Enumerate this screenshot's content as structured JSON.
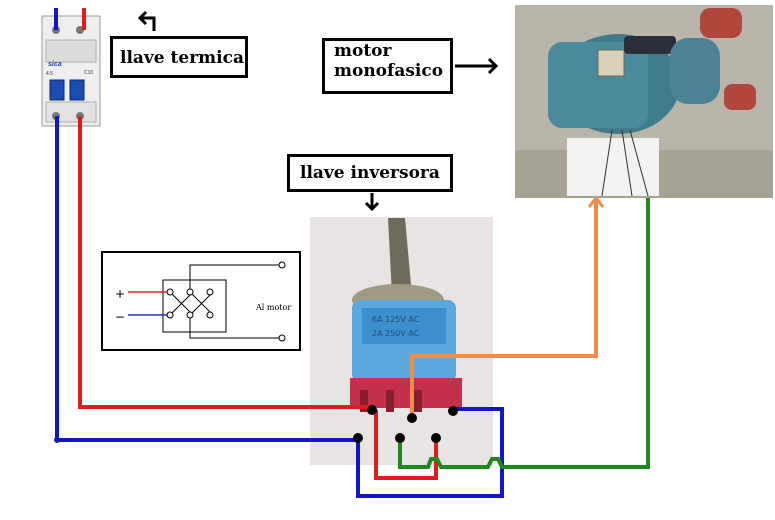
{
  "labels": {
    "termica": "llave termica",
    "motor_line1": "motor",
    "motor_line2": "monofasico",
    "inversora": "llave inversora"
  },
  "breaker": {
    "brand": "sica",
    "rating": "C10",
    "poles": "4.5"
  },
  "switch_schematic": {
    "plus": "+",
    "minus": "−",
    "output": "Al motor"
  },
  "toggle_switch": {
    "print_line1": "6A 125V AC",
    "print_line2": "2A 250V AC"
  },
  "colors": {
    "red_wire": "#e01b1b",
    "blue_wire": "#1414c8",
    "orange_wire": "#f08c46",
    "green_wire": "#1d8a1d",
    "switch_blue": "#5aa8de",
    "motor_body": "#3f7b8c",
    "pipe_red": "#b0463c"
  }
}
